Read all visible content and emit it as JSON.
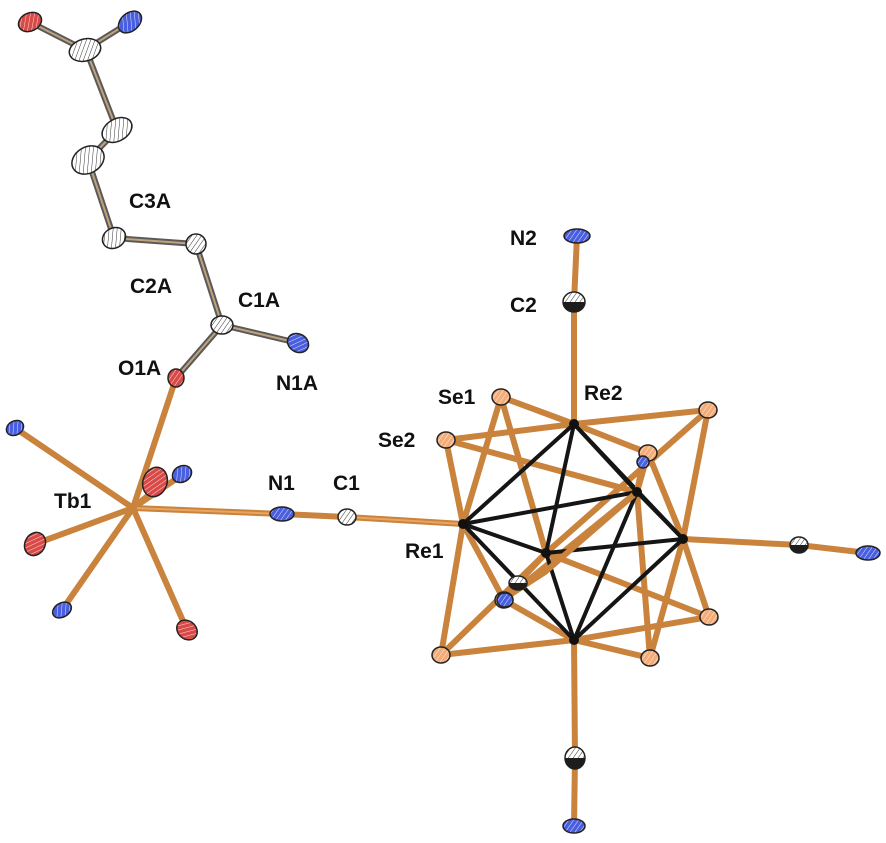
{
  "figure": {
    "labels": {
      "N2": "N2",
      "C2": "C2",
      "Re2": "Re2",
      "Se1": "Se1",
      "Se2": "Se2",
      "Re1": "Re1",
      "N1": "N1",
      "C1": "C1",
      "Tb1": "Tb1",
      "O1A": "O1A",
      "N1A": "N1A",
      "C1A": "C1A",
      "C2A": "C2A",
      "C3A": "C3A"
    },
    "colors": {
      "re_se_bond": "#c9833c",
      "re_re_bond": "#151515",
      "ligand_bond": "#c9833c",
      "carbon": "#ffffff",
      "nitrogen": "#4457d6",
      "oxygen": "#d2403f",
      "selenium": "#f0a774",
      "rhenium": "#1a1a1a"
    }
  }
}
